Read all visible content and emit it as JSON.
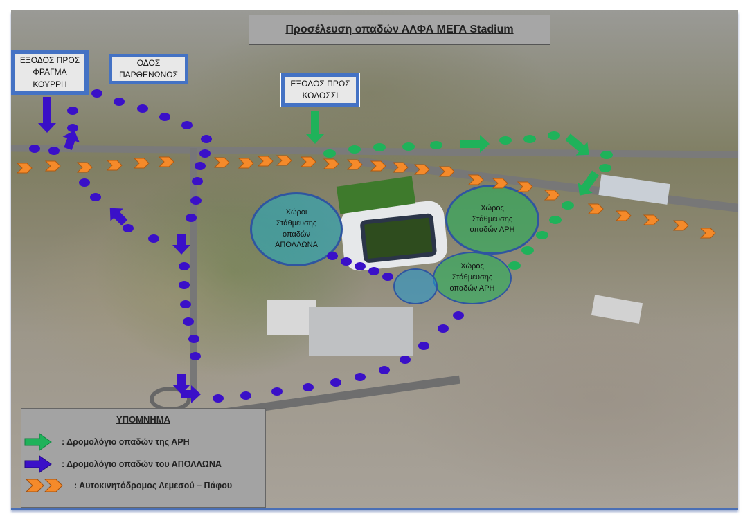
{
  "title": "Προσέλευση οπαδών ΑΛΦΑ ΜΕΓΑ Stadium",
  "labels": {
    "exit_kourri": "ΕΞΟΔΟΣ ΠΡΟΣ ΦΡΑΓΜΑ ΚΟΥΡΡΗ",
    "parthenonos": "ΟΔΟΣ ΠΑΡΘΕΝΩΝΟΣ",
    "exit_kolossi": "ΕΞΟΔΟΣ ΠΡΟΣ ΚΟΛΟΣΣΙ"
  },
  "zones": {
    "apollon_parking": "Χώροι Στάθμευσης οπαδών ΑΠΟΛΛΩΝΑ",
    "ari_parking_1": "Χώρος Στάθμευσης οπαδών ΑΡΗ",
    "ari_parking_2": "Χώρος Στάθμευσης οπαδών ΑΡΗ"
  },
  "legend": {
    "title": "ΥΠΟΜΝΗΜΑ",
    "items": [
      {
        "label": ":   Δρομολόγιο οπαδών της ΑΡΗ",
        "color": "#1fb25a",
        "icon": "green-arrow"
      },
      {
        "label": ":   Δρομολόγιο οπαδών του ΑΠΟΛΛΩΝΑ",
        "color": "#3a10c8",
        "icon": "blue-arrow"
      },
      {
        "label": ":  Αυτοκινητόδρομος Λεμεσού – Πάφου",
        "color": "#f58a2a",
        "icon": "orange-chevrons"
      }
    ]
  }
}
